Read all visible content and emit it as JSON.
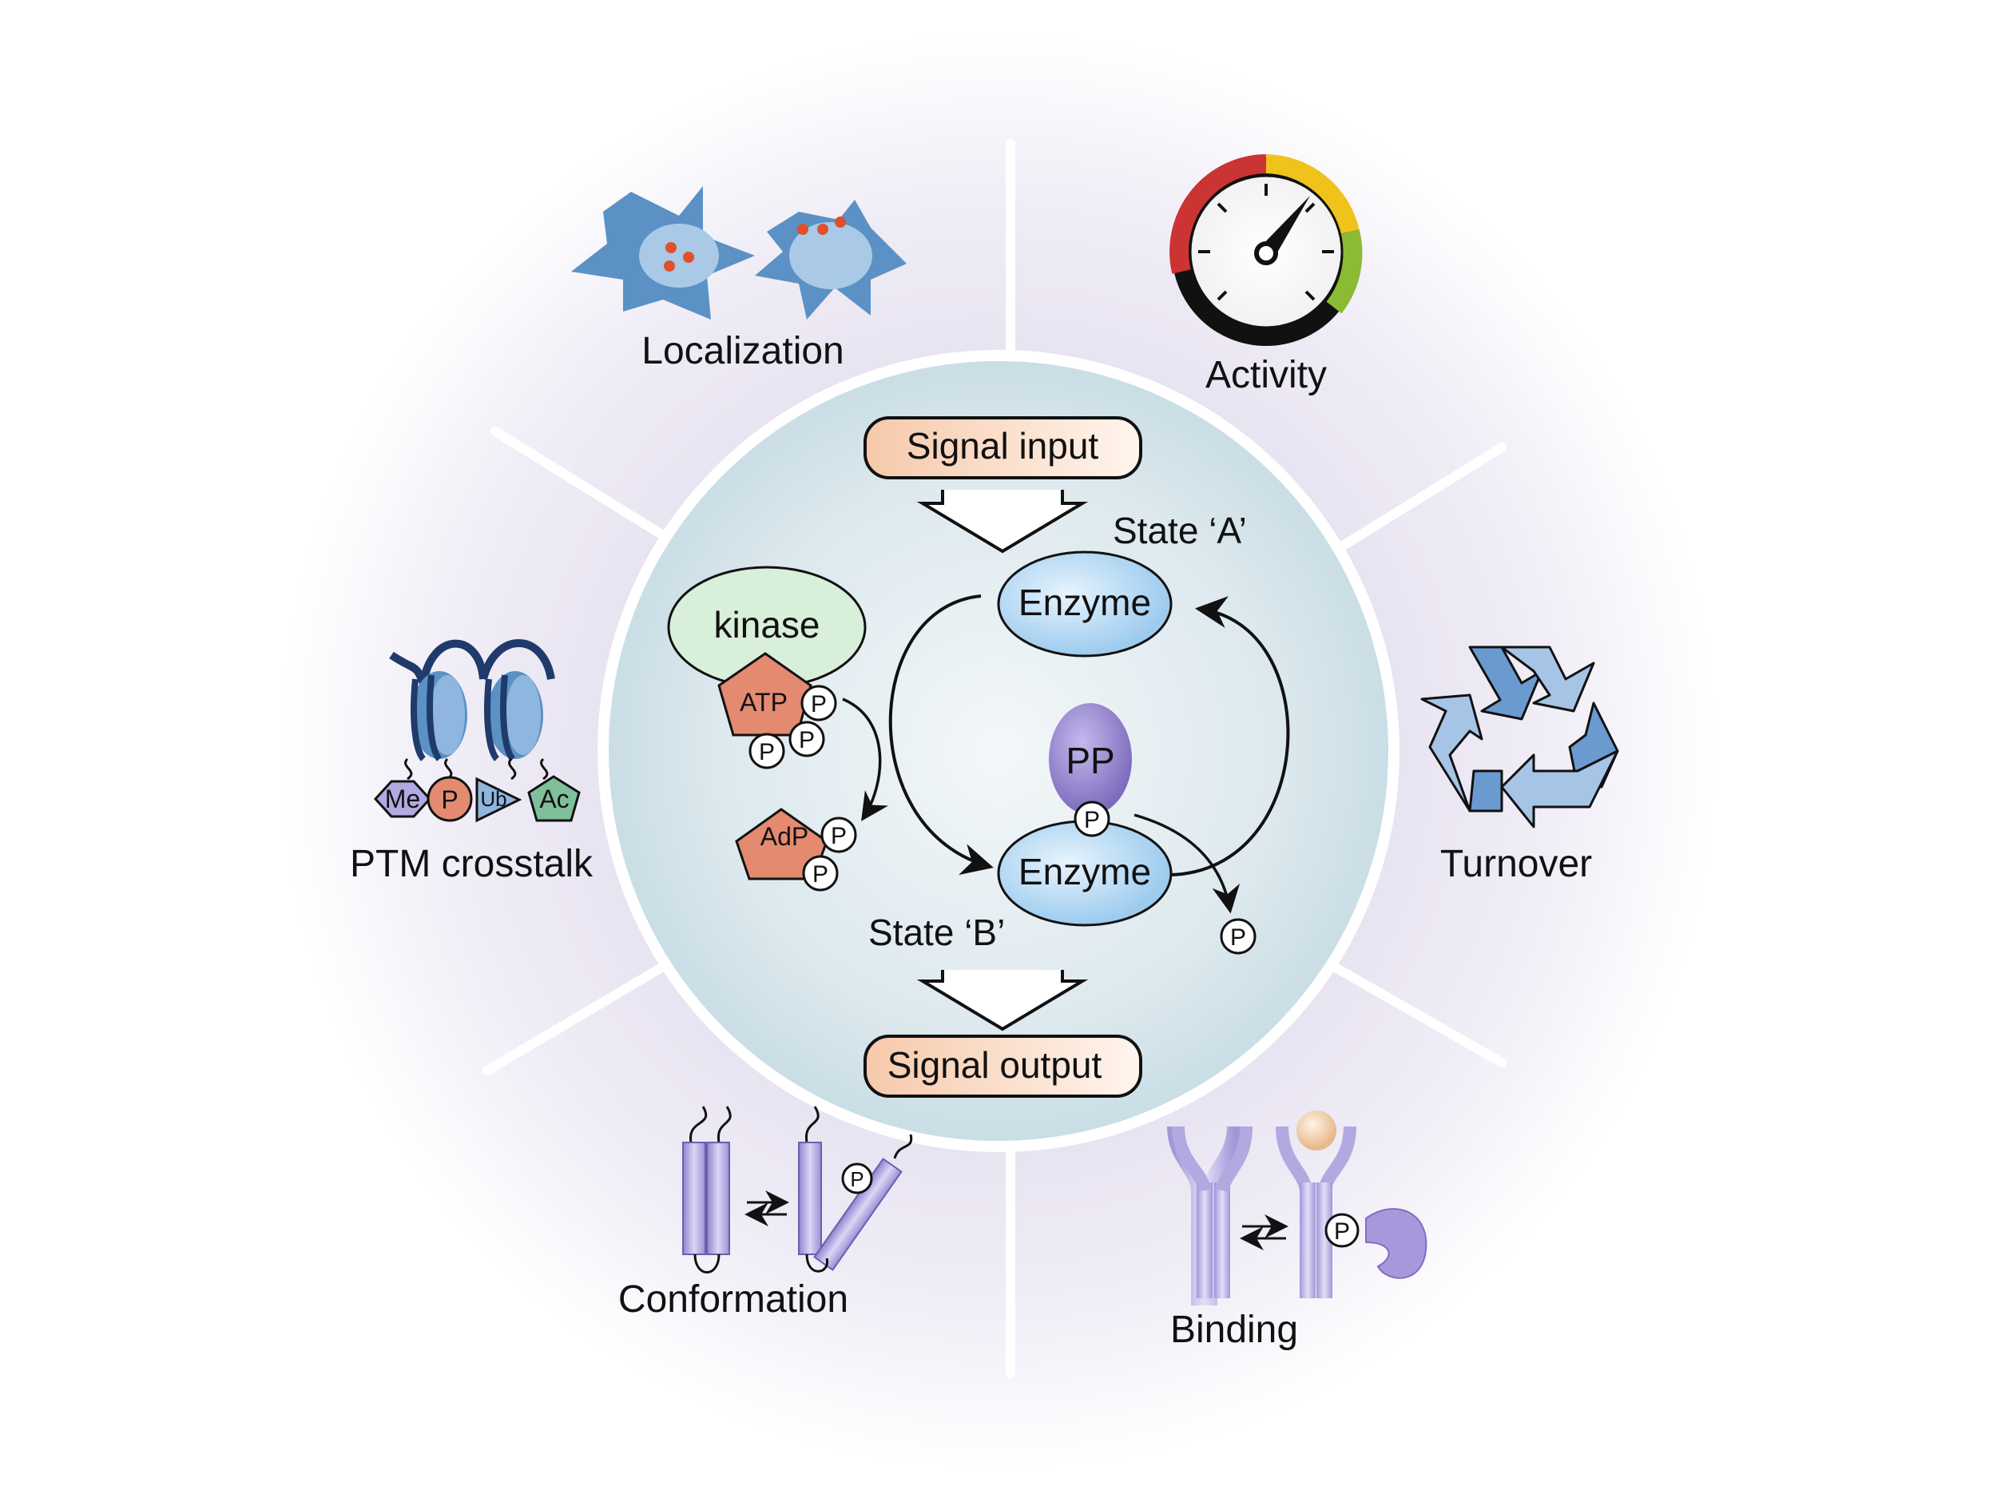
{
  "center": {
    "signal_input": "Signal input",
    "signal_output": "Signal output",
    "state_a": "State ‘A’",
    "state_b": "State ‘B’",
    "enzyme_top": "Enzyme",
    "enzyme_bottom": "Enzyme",
    "kinase": "kinase",
    "atp": "ATP",
    "adp": "AdP",
    "pp": "PP",
    "p": "P"
  },
  "outer": {
    "localization": "Localization",
    "activity": "Activity",
    "turnover": "Turnover",
    "binding": "Binding",
    "conformation": "Conformation",
    "ptm_crosstalk": "PTM crosstalk"
  },
  "ptm": {
    "me": "Me",
    "p": "P",
    "ub": "Ub",
    "ac": "Ac"
  },
  "colors": {
    "signal_box_fill": "#f9d9c2",
    "enzyme_fill": "#b7dbf3",
    "kinase_fill": "#d8efd8",
    "phosphate_pentagon": "#e58a6f",
    "pp_fill": "#8f7fc8",
    "cell_blue": "#5b90c2",
    "receptor_purple": "#b3a8e0",
    "recycle_blue": "#6a9ad0"
  }
}
